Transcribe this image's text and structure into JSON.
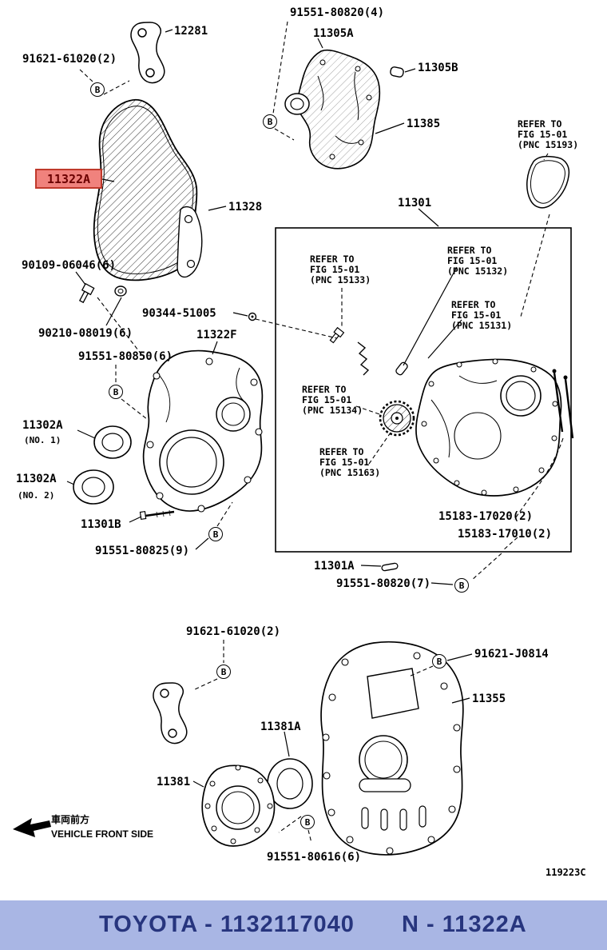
{
  "colors": {
    "highlight_bg": "#f0827d",
    "highlight_text": "#6b0000",
    "highlight_border": "#c0392b",
    "footer_band": "#a9b6e4",
    "footer_text": "#27357e",
    "line": "#000000"
  },
  "footer": {
    "left_text": "TOYOTA - 1132117040",
    "right_text": "N - 11322A"
  },
  "code": "119223C",
  "bolt_marker": "B",
  "front_note": {
    "jp": "車両前方",
    "en": "VEHICLE FRONT SIDE"
  },
  "parts": {
    "p12281": "12281",
    "p91621_61020_top": "91621-61020(2)",
    "p91551_80820_4": "91551-80820(4)",
    "p11305A": "11305A",
    "p11305B": "11305B",
    "p11385": "11385",
    "p11322A": "11322A",
    "p11328": "11328",
    "p11301": "11301",
    "p90109_06046": "90109-06046(6)",
    "p90344_51005": "90344-51005",
    "p90210_08019": "90210-08019(6)",
    "p11322F": "11322F",
    "p91551_80850": "91551-80850(6)",
    "p11302A_1": "11302A",
    "p11302A_1_no": "(NO. 1)",
    "p11302A_2": "11302A",
    "p11302A_2_no": "(NO. 2)",
    "p11301B": "11301B",
    "p91551_80825": "91551-80825(9)",
    "p15183_17020": "15183-17020(2)",
    "p15183_17010": "15183-17010(2)",
    "p11301A": "11301A",
    "p91551_80820_7": "91551-80820(7)",
    "p91621_61020_bottom": "91621-61020(2)",
    "p91621_J0814": "91621-J0814",
    "p11355": "11355",
    "p11381A": "11381A",
    "p11381": "11381",
    "p91551_80616": "91551-80616(6)"
  },
  "refer": {
    "r15193": {
      "l1": "REFER TO",
      "l2": "FIG 15-01",
      "l3": "(PNC 15193)"
    },
    "r15133": {
      "l1": "REFER TO",
      "l2": "FIG 15-01",
      "l3": "(PNC 15133)"
    },
    "r15132": {
      "l1": "REFER TO",
      "l2": "FIG 15-01",
      "l3": "(PNC 15132)"
    },
    "r15131": {
      "l1": "REFER TO",
      "l2": "FIG 15-01",
      "l3": "(PNC 15131)"
    },
    "r15134": {
      "l1": "REFER TO",
      "l2": "FIG 15-01",
      "l3": "(PNC 15134)"
    },
    "r15163": {
      "l1": "REFER TO",
      "l2": "FIG 15-01",
      "l3": "(PNC 15163)"
    }
  }
}
